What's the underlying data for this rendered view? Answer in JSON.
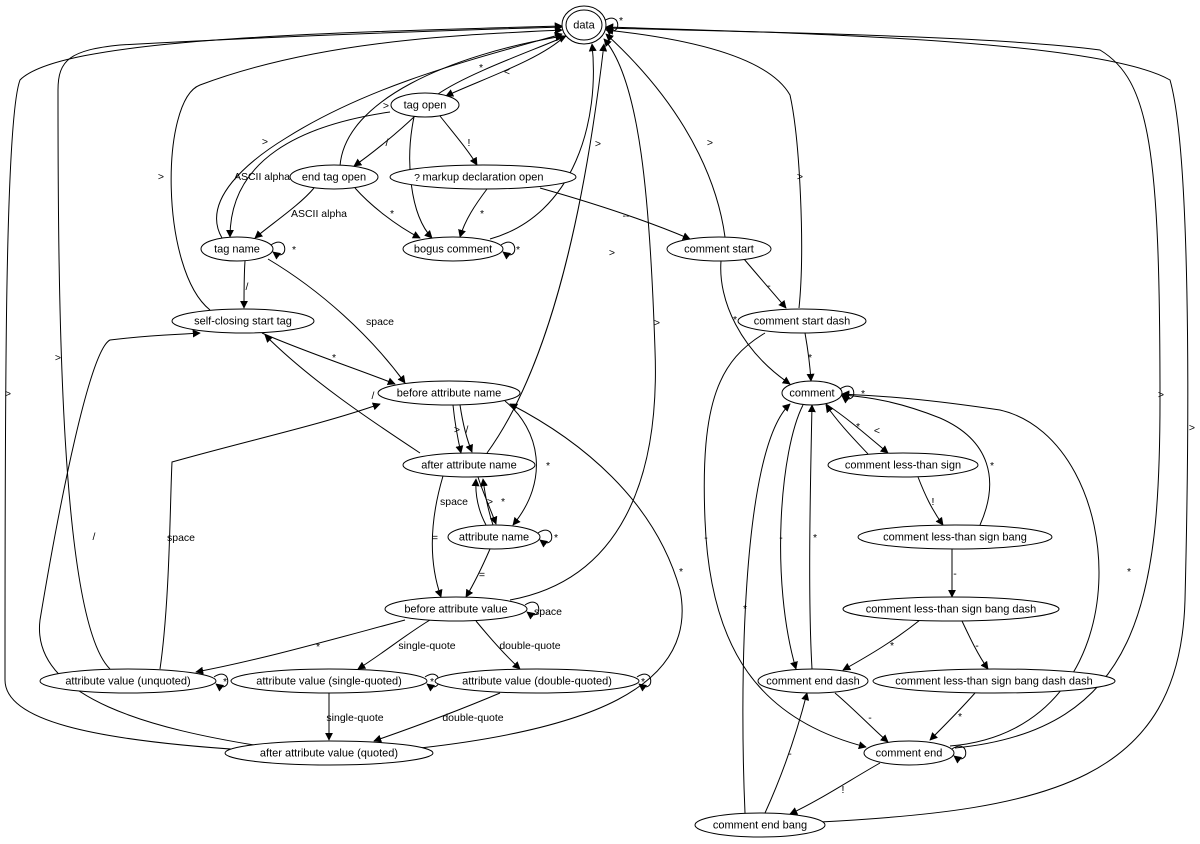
{
  "nodes": [
    {
      "id": "data",
      "label": "data",
      "accepting": true
    },
    {
      "id": "tag_open",
      "label": "tag open"
    },
    {
      "id": "end_tag_open",
      "label": "end tag open"
    },
    {
      "id": "markup_declaration_open",
      "label": "markup declaration open"
    },
    {
      "id": "tag_name",
      "label": "tag name"
    },
    {
      "id": "bogus_comment",
      "label": "bogus comment"
    },
    {
      "id": "comment_start",
      "label": "comment start"
    },
    {
      "id": "self_closing_start_tag",
      "label": "self-closing start tag"
    },
    {
      "id": "comment_start_dash",
      "label": "comment start dash"
    },
    {
      "id": "before_attribute_name",
      "label": "before attribute name"
    },
    {
      "id": "comment",
      "label": "comment"
    },
    {
      "id": "after_attribute_name",
      "label": "after attribute name"
    },
    {
      "id": "comment_less_than_sign",
      "label": "comment less-than sign"
    },
    {
      "id": "attribute_name",
      "label": "attribute name"
    },
    {
      "id": "comment_less_than_sign_bang",
      "label": "comment less-than sign bang"
    },
    {
      "id": "before_attribute_value",
      "label": "before attribute value"
    },
    {
      "id": "comment_less_than_sign_bang_dash",
      "label": "comment less-than sign bang dash"
    },
    {
      "id": "attribute_value_unquoted",
      "label": "attribute value (unquoted)"
    },
    {
      "id": "attribute_value_single_quoted",
      "label": "attribute value (single-quoted)"
    },
    {
      "id": "attribute_value_double_quoted",
      "label": "attribute value (double-quoted)"
    },
    {
      "id": "comment_end_dash",
      "label": "comment end dash"
    },
    {
      "id": "comment_less_than_sign_bang_dash_dash",
      "label": "comment less-than sign bang dash dash"
    },
    {
      "id": "after_attribute_value_quoted",
      "label": "after attribute value (quoted)"
    },
    {
      "id": "comment_end",
      "label": "comment end"
    },
    {
      "id": "comment_end_bang",
      "label": "comment end bang"
    }
  ],
  "edges": [
    {
      "id": "e1",
      "from": "data",
      "to": "data",
      "label": "*"
    },
    {
      "id": "e2",
      "from": "data",
      "to": "tag_open",
      "label": "<"
    },
    {
      "id": "e3",
      "from": "tag_open",
      "to": "data",
      "label": "*"
    },
    {
      "id": "e4",
      "from": "tag_open",
      "to": "end_tag_open",
      "label": "/"
    },
    {
      "id": "e5",
      "from": "tag_open",
      "to": "markup_declaration_open",
      "label": "!"
    },
    {
      "id": "e6",
      "from": "tag_open",
      "to": "tag_name",
      "label": "ASCII alpha"
    },
    {
      "id": "e7",
      "from": "tag_open",
      "to": "bogus_comment",
      "label": "?"
    },
    {
      "id": "e8",
      "from": "end_tag_open",
      "to": "data",
      "label": ">"
    },
    {
      "id": "e9",
      "from": "end_tag_open",
      "to": "tag_name",
      "label": "ASCII alpha"
    },
    {
      "id": "e10",
      "from": "end_tag_open",
      "to": "bogus_comment",
      "label": "*"
    },
    {
      "id": "e11",
      "from": "markup_declaration_open",
      "to": "bogus_comment",
      "label": "*"
    },
    {
      "id": "e12",
      "from": "markup_declaration_open",
      "to": "comment_start",
      "label": "--"
    },
    {
      "id": "e13",
      "from": "bogus_comment",
      "to": "bogus_comment",
      "label": "*"
    },
    {
      "id": "e14",
      "from": "bogus_comment",
      "to": "data",
      "label": ">"
    },
    {
      "id": "e15",
      "from": "tag_name",
      "to": "tag_name",
      "label": "*"
    },
    {
      "id": "e16",
      "from": "tag_name",
      "to": "data",
      "label": ">"
    },
    {
      "id": "e17",
      "from": "tag_name",
      "to": "self_closing_start_tag",
      "label": "/"
    },
    {
      "id": "e18",
      "from": "tag_name",
      "to": "before_attribute_name",
      "label": "space"
    },
    {
      "id": "e19",
      "from": "self_closing_start_tag",
      "to": "data",
      "label": ">"
    },
    {
      "id": "e20",
      "from": "self_closing_start_tag",
      "to": "before_attribute_name",
      "label": "*"
    },
    {
      "id": "e21",
      "from": "before_attribute_name",
      "to": "after_attribute_name",
      "label": ">"
    },
    {
      "id": "e22",
      "from": "before_attribute_name",
      "to": "after_attribute_name",
      "label": "/"
    },
    {
      "id": "e23",
      "from": "before_attribute_name",
      "to": "attribute_name",
      "label": "*"
    },
    {
      "id": "e24",
      "from": "after_attribute_name",
      "to": "self_closing_start_tag",
      "label": "/"
    },
    {
      "id": "e25",
      "from": "after_attribute_name",
      "to": "data",
      "label": ">"
    },
    {
      "id": "e26",
      "from": "after_attribute_name",
      "to": "before_attribute_value",
      "label": "="
    },
    {
      "id": "e27",
      "from": "after_attribute_name",
      "to": "attribute_name",
      "label": "*"
    },
    {
      "id": "e28",
      "from": "attribute_name",
      "to": "attribute_name",
      "label": "*"
    },
    {
      "id": "e29",
      "from": "attribute_name",
      "to": "after_attribute_name",
      "label": "space"
    },
    {
      "id": "e30",
      "from": "attribute_name",
      "to": "after_attribute_name",
      "label": ">"
    },
    {
      "id": "e31",
      "from": "attribute_name",
      "to": "before_attribute_value",
      "label": "="
    },
    {
      "id": "e32",
      "from": "before_attribute_value",
      "to": "before_attribute_value",
      "label": "space"
    },
    {
      "id": "e33",
      "from": "before_attribute_value",
      "to": "data",
      "label": ">"
    },
    {
      "id": "e34",
      "from": "before_attribute_value",
      "to": "attribute_value_unquoted",
      "label": "*"
    },
    {
      "id": "e35",
      "from": "before_attribute_value",
      "to": "attribute_value_single_quoted",
      "label": "single-quote"
    },
    {
      "id": "e36",
      "from": "before_attribute_value",
      "to": "attribute_value_double_quoted",
      "label": "double-quote"
    },
    {
      "id": "e37",
      "from": "attribute_value_unquoted",
      "to": "attribute_value_unquoted",
      "label": "*"
    },
    {
      "id": "e38",
      "from": "attribute_value_unquoted",
      "to": "data",
      "label": ">"
    },
    {
      "id": "e39",
      "from": "attribute_value_unquoted",
      "to": "before_attribute_name",
      "label": "space"
    },
    {
      "id": "e40",
      "from": "attribute_value_single_quoted",
      "to": "attribute_value_single_quoted",
      "label": "*"
    },
    {
      "id": "e41",
      "from": "attribute_value_single_quoted",
      "to": "after_attribute_value_quoted",
      "label": "single-quote"
    },
    {
      "id": "e42",
      "from": "attribute_value_double_quoted",
      "to": "attribute_value_double_quoted",
      "label": "*"
    },
    {
      "id": "e43",
      "from": "attribute_value_double_quoted",
      "to": "after_attribute_value_quoted",
      "label": "double-quote"
    },
    {
      "id": "e44",
      "from": "after_attribute_value_quoted",
      "to": "data",
      "label": ">"
    },
    {
      "id": "e45",
      "from": "after_attribute_value_quoted",
      "to": "self_closing_start_tag",
      "label": "/"
    },
    {
      "id": "e46",
      "from": "after_attribute_value_quoted",
      "to": "before_attribute_name",
      "label": "*"
    },
    {
      "id": "e47",
      "from": "comment_start",
      "to": "data",
      "label": ">"
    },
    {
      "id": "e48",
      "from": "comment_start",
      "to": "comment_start_dash",
      "label": "-"
    },
    {
      "id": "e49",
      "from": "comment_start",
      "to": "comment",
      "label": "*"
    },
    {
      "id": "e50",
      "from": "comment_start_dash",
      "to": "data",
      "label": ">"
    },
    {
      "id": "e51",
      "from": "comment_start_dash",
      "to": "comment",
      "label": "*"
    },
    {
      "id": "e52",
      "from": "comment_start_dash",
      "to": "comment_end",
      "label": "-"
    },
    {
      "id": "e53",
      "from": "comment",
      "to": "comment",
      "label": "*"
    },
    {
      "id": "e54",
      "from": "comment",
      "to": "comment_less_than_sign",
      "label": "<"
    },
    {
      "id": "e55",
      "from": "comment",
      "to": "comment_end_dash",
      "label": "-"
    },
    {
      "id": "e56",
      "from": "comment_less_than_sign",
      "to": "comment",
      "label": "*"
    },
    {
      "id": "e57",
      "from": "comment_less_than_sign",
      "to": "comment_less_than_sign_bang",
      "label": "!"
    },
    {
      "id": "e58",
      "from": "comment_less_than_sign_bang",
      "to": "comment",
      "label": "*"
    },
    {
      "id": "e59",
      "from": "comment_less_than_sign_bang",
      "to": "comment_less_than_sign_bang_dash",
      "label": "-"
    },
    {
      "id": "e60",
      "from": "comment_less_than_sign_bang_dash",
      "to": "comment_end_dash",
      "label": "*"
    },
    {
      "id": "e61",
      "from": "comment_less_than_sign_bang_dash",
      "to": "comment_less_than_sign_bang_dash_dash",
      "label": "-"
    },
    {
      "id": "e62",
      "from": "comment_less_than_sign_bang_dash_dash",
      "to": "comment_end",
      "label": "*"
    },
    {
      "id": "e63",
      "from": "comment_end_dash",
      "to": "comment",
      "label": "*"
    },
    {
      "id": "e64",
      "from": "comment_end_dash",
      "to": "comment_end",
      "label": "-"
    },
    {
      "id": "e65",
      "from": "comment_end",
      "to": "comment_end",
      "label": ""
    },
    {
      "id": "e66",
      "from": "comment_end",
      "to": "data",
      "label": ">"
    },
    {
      "id": "e67",
      "from": "comment_end",
      "to": "comment",
      "label": "*"
    },
    {
      "id": "e68",
      "from": "comment_end",
      "to": "comment_end_bang",
      "label": "!"
    },
    {
      "id": "e69",
      "from": "comment_end_bang",
      "to": "comment",
      "label": "*"
    },
    {
      "id": "e70",
      "from": "comment_end_bang",
      "to": "comment_end_dash",
      "label": "-"
    },
    {
      "id": "e71",
      "from": "comment_end_bang",
      "to": "data",
      "label": ">"
    }
  ]
}
